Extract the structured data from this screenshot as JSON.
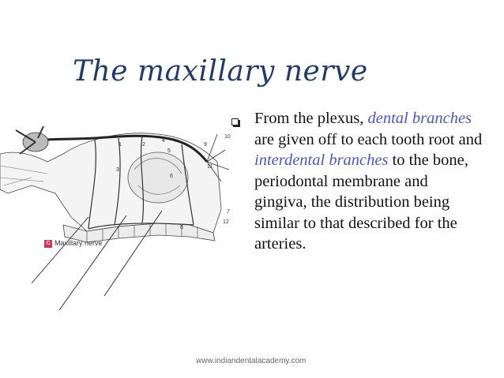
{
  "slide": {
    "title": "The maxillary nerve",
    "figure": {
      "badge": "C",
      "caption": "Maxillary nerve",
      "callout_numbers": [
        "1",
        "2",
        "3",
        "4",
        "5",
        "6",
        "7",
        "8",
        "9",
        "10",
        "11",
        "12"
      ]
    },
    "bullet": {
      "icon": "hollow-square-bullet-icon",
      "segments": [
        {
          "text": "From the plexus, ",
          "style": "plain"
        },
        {
          "text": "dental branches",
          "style": "highlight"
        },
        {
          "text": " are given off to each tooth root and ",
          "style": "plain"
        },
        {
          "text": "interdental branches",
          "style": "highlight"
        },
        {
          "text": " to the bone, periodontal membrane and gingiva, the distribution being similar to that described for the arteries.",
          "style": "plain"
        }
      ]
    },
    "footer": "www.indiandentalacademy.com"
  },
  "colors": {
    "title": "#1f3b6e",
    "highlight": "#4a55c7",
    "badge": "#d1325a"
  }
}
